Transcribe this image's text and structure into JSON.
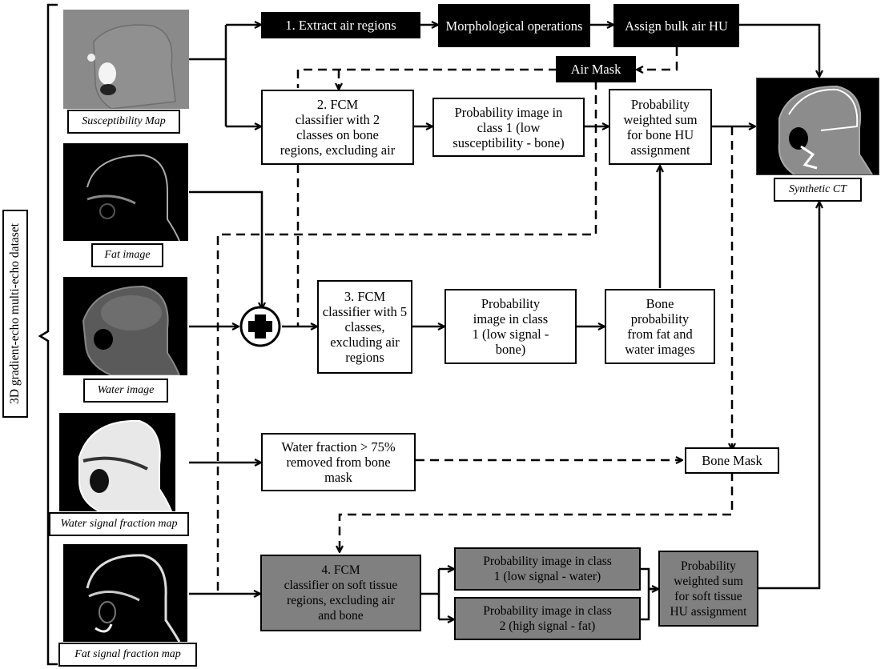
{
  "dataset_label": "3D gradient-echo multi-echo dataset",
  "inputs": [
    {
      "id": "susceptibility",
      "caption": "Susceptibility Map",
      "style": "gray-bg"
    },
    {
      "id": "fat",
      "caption": "Fat image",
      "style": "dark"
    },
    {
      "id": "water",
      "caption": "Water image",
      "style": "dark"
    },
    {
      "id": "water_fraction",
      "caption": "Water signal fraction map",
      "style": "bright"
    },
    {
      "id": "fat_fraction",
      "caption": "Fat signal fraction map",
      "style": "dark"
    }
  ],
  "steps": {
    "extract_air": "1. Extract air regions",
    "morphological": "Morphological operations",
    "assign_air_hu": "Assign bulk air HU",
    "air_mask": "Air Mask",
    "fcm2": "2. FCM\nclassifier with 2\nclasses on bone\nregions, excluding air",
    "prob_susc": "Probability image in\nclass 1 (low\nsusceptibility - bone)",
    "bone_hu_sum": "Probability\nweighted sum\nfor bone HU\nassignment",
    "fcm3": "3. FCM\nclassifier with 5\nclasses,\nexcluding air\nregions",
    "prob_low_signal": "Probability\nimage in class\n1 (low signal -\nbone)",
    "bone_prob_fw": "Bone\nprobability\nfrom fat and\nwater images",
    "water_fraction_removed": "Water fraction > 75%\nremoved from bone\nmask",
    "bone_mask": "Bone Mask",
    "fcm4": "4. FCM\nclassifier on soft tissue\nregions, excluding air\nand bone",
    "prob_water": "Probability image in class\n1 (low signal - water)",
    "prob_fat": "Probability image in class\n2 (high signal - fat)",
    "soft_tissue_sum": "Probability\nweighted sum\nfor soft tissue\nHU assignment"
  },
  "output": {
    "caption": "Synthetic CT"
  },
  "operator": {
    "name": "sum-operator",
    "symbol": "+"
  },
  "colors": {
    "black_box": "#000000",
    "gray_box": "#808080",
    "white_box": "#ffffff",
    "susceptibility_bg": "#8a8a8a"
  }
}
